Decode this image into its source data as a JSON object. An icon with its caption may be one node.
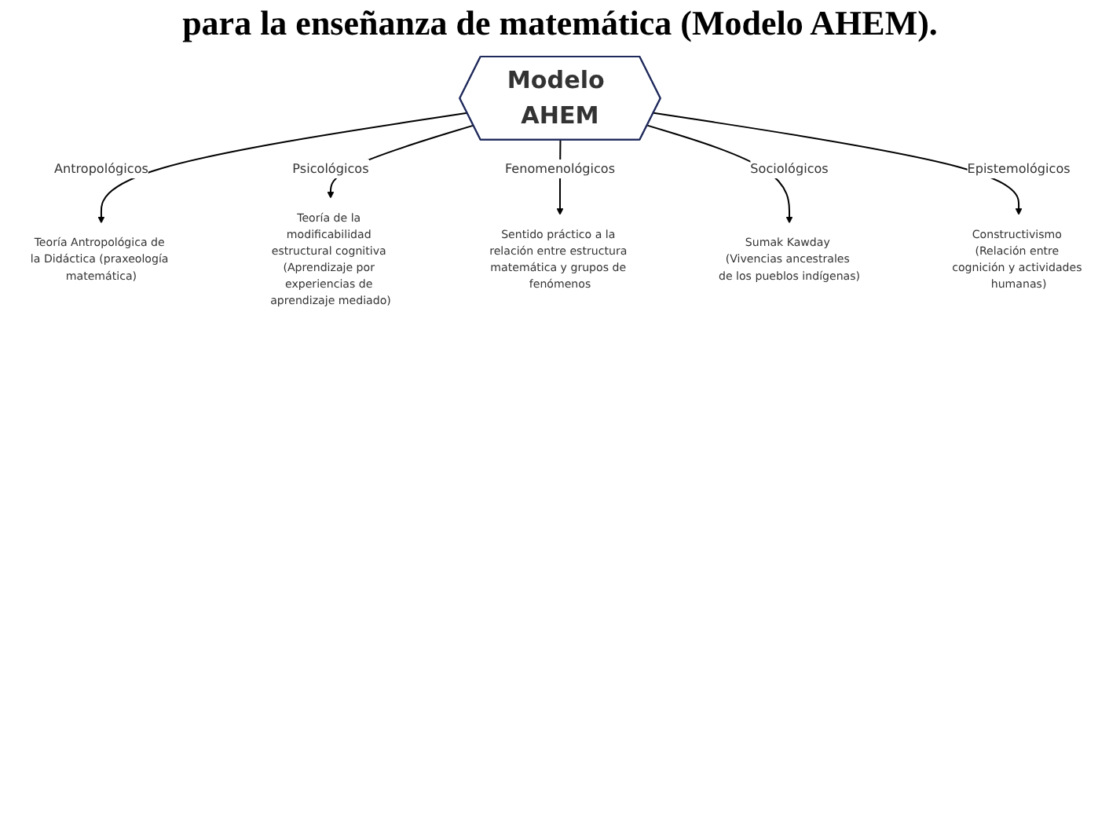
{
  "diagram": {
    "title": "para la enseñanza de matemática (Modelo AHEM).",
    "nodes": [
      {
        "text": [
          "Modelo AHEM"
        ]
      },
      {
        "text": [
          "Teoría Antropológica de la Didáctica (praxeología matemática)"
        ]
      },
      {
        "text": [
          "Teoría de la modificabilidad estructural cognitiva (Aprendizaje por experiencias de aprendizaje mediado)"
        ]
      },
      {
        "text": [
          "Sentido práctico a la relación entre estructura matemática y grupos de fenómenos"
        ]
      },
      {
        "text": [
          "Sumak Kawday (Vivencias ancestrales de los pueblos indígenas)"
        ]
      },
      {
        "text": [
          "Constructivismo (Relación entre cognición y actividades humanas)"
        ]
      }
    ],
    "edges": [
      {
        "from": 0,
        "to": 1,
        "arrow": "to",
        "label": "Antropológicos"
      },
      {
        "from": 0,
        "to": 2,
        "arrow": "to",
        "label": "Psicológicos"
      },
      {
        "from": 0,
        "to": 3,
        "arrow": "to",
        "label": "Fenomenológicos"
      },
      {
        "from": 0,
        "to": 4,
        "arrow": "to",
        "label": "Sociológicos"
      },
      {
        "from": 0,
        "to": 5,
        "arrow": "to",
        "label": "Epistemológicos"
      }
    ]
  }
}
